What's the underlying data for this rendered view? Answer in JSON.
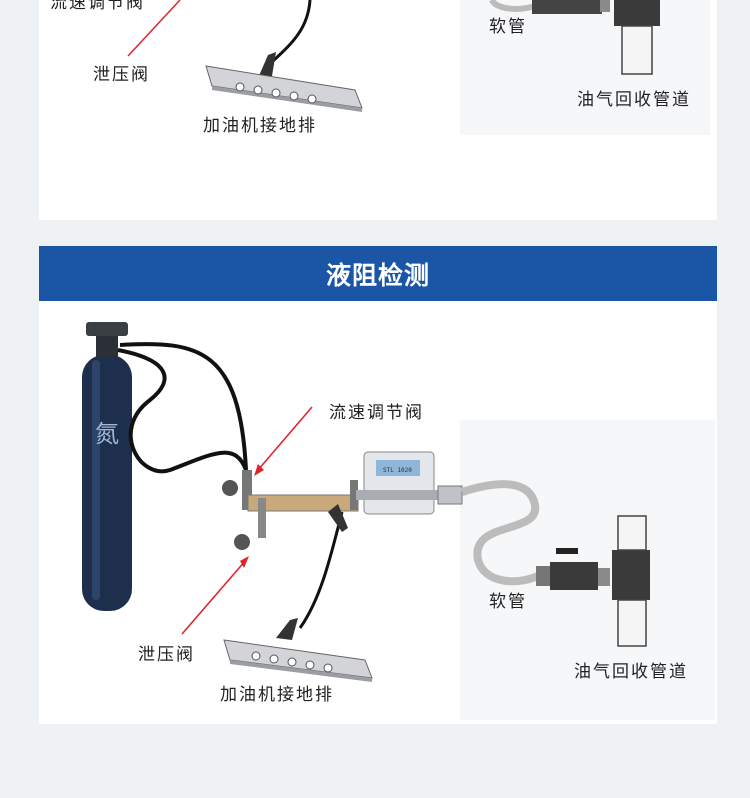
{
  "colors": {
    "page_bg": "#eef2f5",
    "panel_bg": "#ffffff",
    "header_bg": "#1a55a6",
    "header_text": "#ffffff",
    "arrow": "#e0242a",
    "cylinder": "#1d2f4d"
  },
  "top_diagram": {
    "labels": {
      "flow_valve": "流速调节阀",
      "relief_valve": "泄压阀",
      "ground_bar": "加油机接地排",
      "hose": "软管",
      "vapor_pipe": "油气回收管道"
    }
  },
  "section": {
    "title": "液阻检测"
  },
  "bottom_diagram": {
    "cylinder_char": "氮",
    "meter_display": "STL 1020",
    "labels": {
      "flow_valve": "流速调节阀",
      "relief_valve": "泄压阀",
      "ground_bar": "加油机接地排",
      "hose": "软管",
      "vapor_pipe": "油气回收管道"
    }
  },
  "icons": [
    "nitrogen-cylinder-icon",
    "flow-meter-icon",
    "ground-bar-icon",
    "valve-icon",
    "pipe-icon"
  ]
}
